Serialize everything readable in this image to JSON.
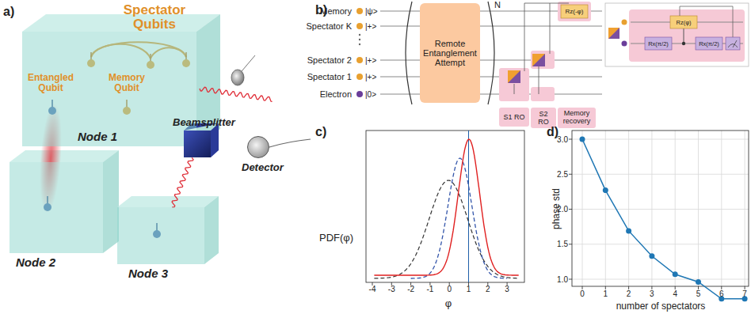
{
  "diagram": {
    "nodes": [
      {
        "text": [
          "Node 1"
        ]
      },
      {
        "text": [
          "Node 2"
        ]
      },
      {
        "text": [
          "Node 3"
        ]
      },
      {
        "text": [
          "Beamsplitter"
        ]
      },
      {
        "text": [
          "Detector"
        ]
      },
      {
        "text": [
          "Remote Entanglement Attempt"
        ]
      },
      {
        "text": [
          "S1 RO"
        ]
      },
      {
        "text": [
          "S2 RO"
        ]
      },
      {
        "text": [
          "Memory recovery"
        ]
      }
    ],
    "edges": [
      {
        "from": 2,
        "to": 3,
        "arrow": "none"
      }
    ],
    "labels": [
      "a)",
      "Spectator Qubits",
      "Entangled Qubit",
      "Memory Qubit",
      "b)",
      "Memory",
      "Spectator K",
      "Spectator 2",
      "Spectator 1",
      "Electron",
      "|ψ>",
      "|+>",
      "|+>",
      "|+>",
      "|0>",
      "N",
      "Rz(-φ)",
      "Rz(φ)",
      "Rx(π/2)",
      "Rx(π/2)",
      "c)",
      "PDF(φ)",
      "φ",
      "-4",
      "-3",
      "-2",
      "-1",
      "0",
      "1",
      "2",
      "3",
      "d)",
      "phase std",
      "number of spectators",
      "1.0",
      "1.5",
      "2.0",
      "2.5",
      "3.0",
      "0",
      "1",
      "2",
      "3",
      "4",
      "5",
      "6",
      "7"
    ]
  }
}
